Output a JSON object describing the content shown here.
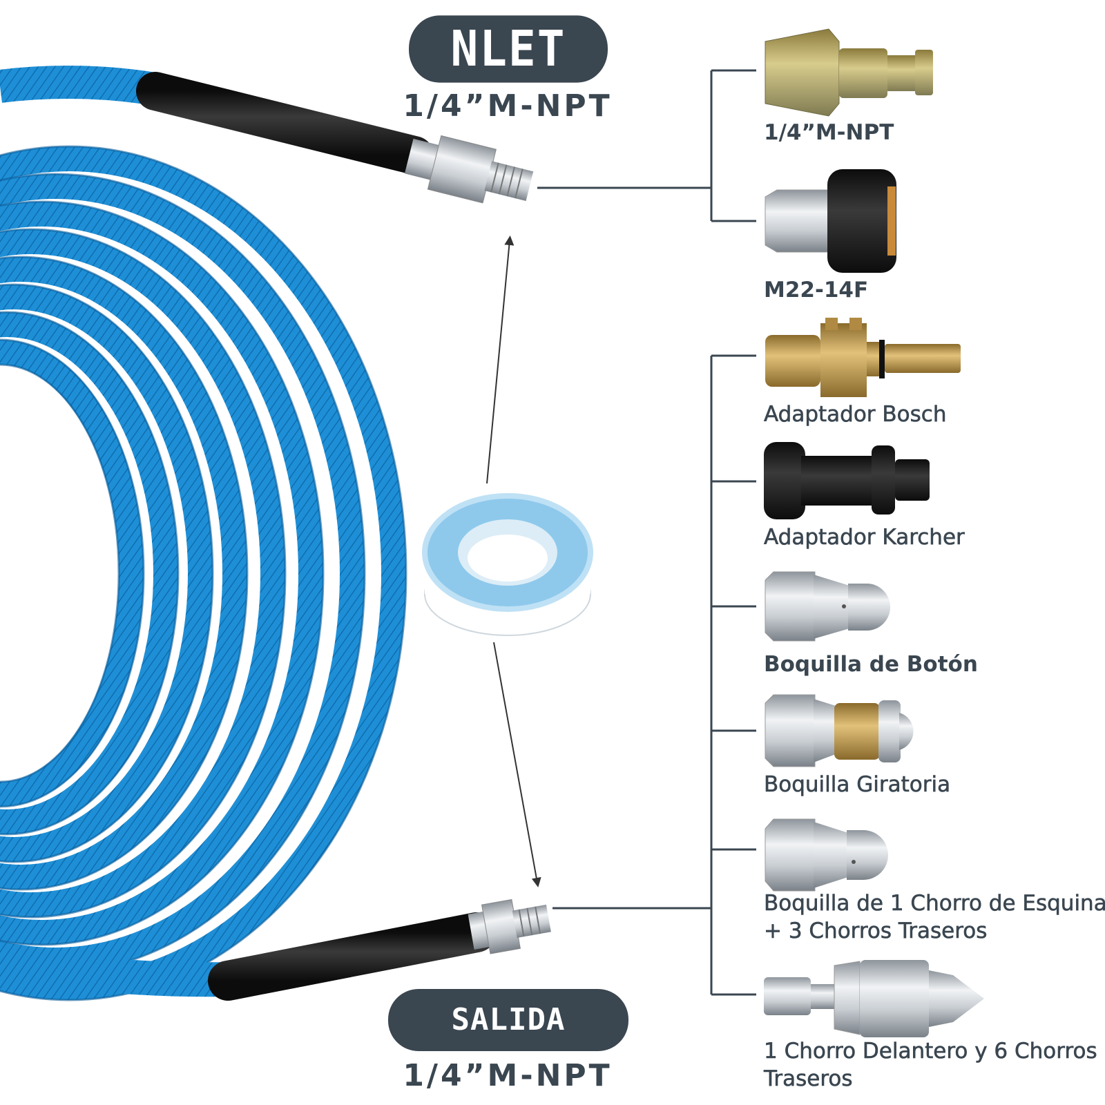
{
  "inlet": {
    "badge": "NLET",
    "spec": "1/4”M-NPT"
  },
  "outlet": {
    "badge": "SALIDA",
    "spec": "1/4”M-NPT"
  },
  "accessories": [
    {
      "label": "1/4”M-NPT",
      "icon": "quick-connect-plug-icon"
    },
    {
      "label": "M22-14F",
      "icon": "m22-coupler-icon"
    },
    {
      "label": "Adaptador Bosch",
      "icon": "bosch-adapter-icon"
    },
    {
      "label": "Adaptador Karcher",
      "icon": "karcher-adapter-icon"
    },
    {
      "label": "Boquilla de Botón",
      "icon": "button-nozzle-icon"
    },
    {
      "label": "Boquilla Giratoria",
      "icon": "rotating-nozzle-icon"
    },
    {
      "label": "Boquilla de 1 Chorro de Esquina",
      "label2": "+ 3 Chorros Traseros",
      "icon": "corner-jet-nozzle-icon"
    },
    {
      "label": "1 Chorro Delantero y 6 Chorros",
      "label2": "Traseros",
      "icon": "front-rear-jet-nozzle-icon"
    }
  ],
  "colors": {
    "hose_blue": "#1e8fd6",
    "badge_dark": "#3a4650",
    "text_dark": "#3a4650"
  }
}
